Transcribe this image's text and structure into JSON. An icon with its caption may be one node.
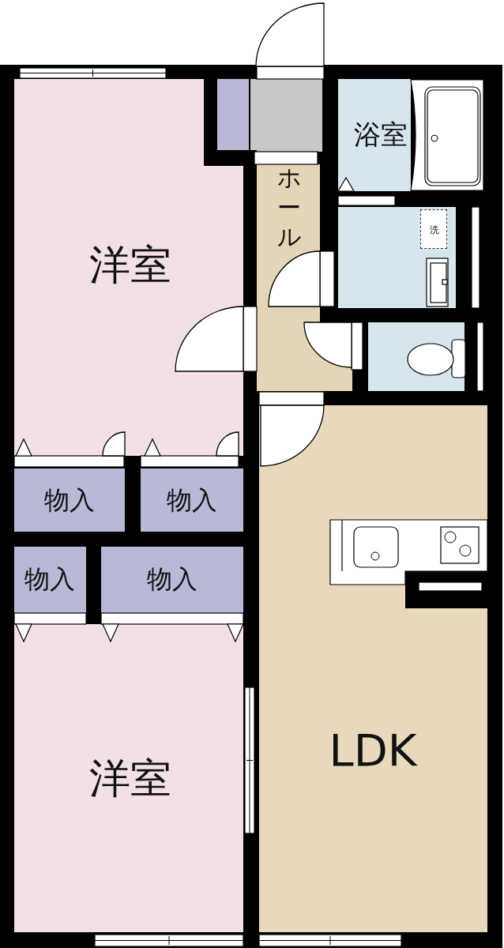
{
  "diagram": {
    "nodes": [
      {
        "text": [
          "洋室"
        ]
      },
      {
        "text": [],
        "shape": "box"
      },
      {
        "text": [],
        "shape": "box"
      },
      {
        "text": [
          "浴室"
        ]
      },
      {
        "text": [
          "ホール"
        ]
      },
      {
        "text": [],
        "shape": "box"
      },
      {
        "text": [
          "洗"
        ],
        "in": 5
      },
      {
        "text": [],
        "shape": "box"
      },
      {
        "text": [
          "物入"
        ]
      },
      {
        "text": [
          "物入"
        ]
      },
      {
        "text": [
          "物入"
        ]
      },
      {
        "text": [
          "物入"
        ]
      },
      {
        "text": [
          "洋室"
        ]
      },
      {
        "text": [
          "LDK"
        ]
      }
    ]
  }
}
